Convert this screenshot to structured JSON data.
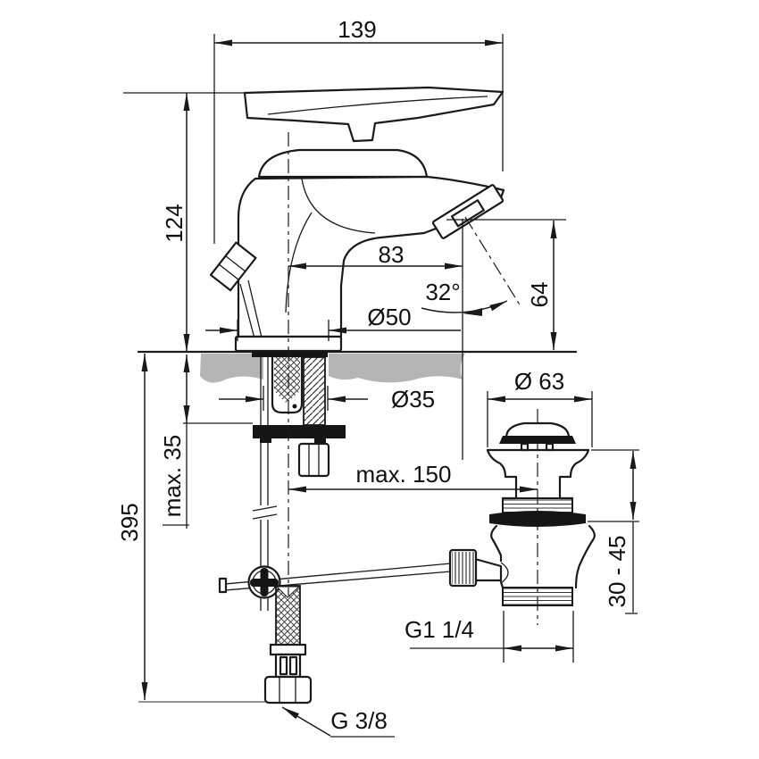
{
  "drawing": {
    "type": "faucet-installation-dimension-drawing",
    "colors": {
      "line": "#1a1a1a",
      "counter_fill": "#b5b5b5",
      "background": "#ffffff"
    },
    "dimensions": {
      "overall_width": "139",
      "body_height": "124",
      "spout_reach": "83",
      "spout_angle": "32°",
      "outlet_height": "64",
      "base_diameter": "Ø50",
      "shank_diameter": "Ø35",
      "max_deck_thickness": "max. 35",
      "supply_hose_length": "395",
      "max_drain_distance": "max. 150",
      "waste_plug_diameter": "Ø 63",
      "basin_clamp_range": "30 - 45",
      "waste_thread": "G1 1/4",
      "supply_thread": "G 3/8"
    }
  }
}
